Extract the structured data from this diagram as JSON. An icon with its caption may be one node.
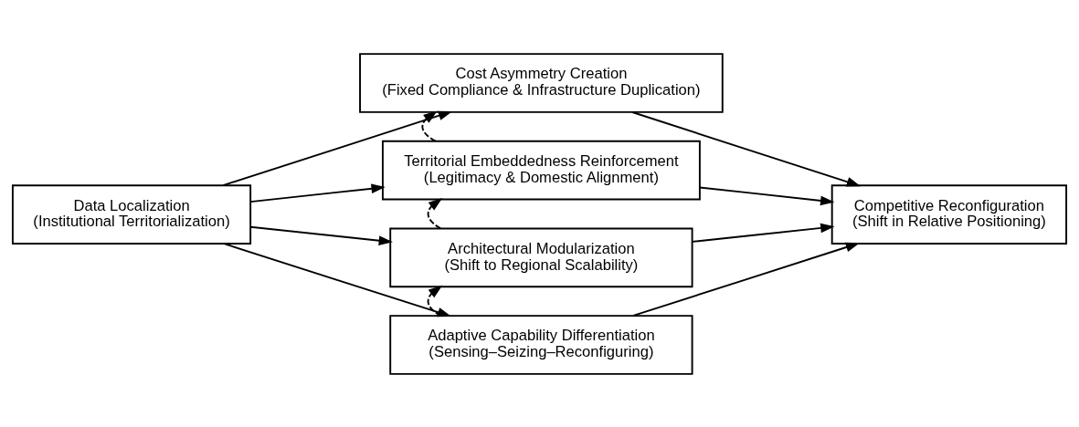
{
  "diagram": {
    "nodes": [
      {
        "text": [
          "Data Localization",
          "(Institutional Territorialization)"
        ]
      },
      {
        "text": [
          "Cost Asymmetry Creation",
          "(Fixed Compliance & Infrastructure Duplication)"
        ]
      },
      {
        "text": [
          "Territorial Embeddedness Reinforcement",
          "(Legitimacy & Domestic Alignment)"
        ]
      },
      {
        "text": [
          "Architectural Modularization",
          "(Shift to Regional Scalability)"
        ]
      },
      {
        "text": [
          "Adaptive Capability Differentiation",
          "(Sensing–Seizing–Reconfiguring)"
        ]
      },
      {
        "text": [
          "Competitive Reconfiguration",
          "(Shift in Relative Positioning)"
        ]
      }
    ],
    "edges": [
      {
        "from": 0,
        "to": 1,
        "arrow": "to"
      },
      {
        "from": 0,
        "to": 2,
        "arrow": "to"
      },
      {
        "from": 0,
        "to": 3,
        "arrow": "to"
      },
      {
        "from": 0,
        "to": 4,
        "arrow": "to"
      },
      {
        "from": 4,
        "to": 3,
        "arrow": "to",
        "style": "dashed"
      },
      {
        "from": 3,
        "to": 2,
        "arrow": "to",
        "style": "dashed"
      },
      {
        "from": 2,
        "to": 1,
        "arrow": "to",
        "style": "dashed"
      },
      {
        "from": 1,
        "to": 5,
        "arrow": "to"
      },
      {
        "from": 2,
        "to": 5,
        "arrow": "to"
      },
      {
        "from": 3,
        "to": 5,
        "arrow": "to"
      },
      {
        "from": 4,
        "to": 5,
        "arrow": "to"
      }
    ]
  }
}
